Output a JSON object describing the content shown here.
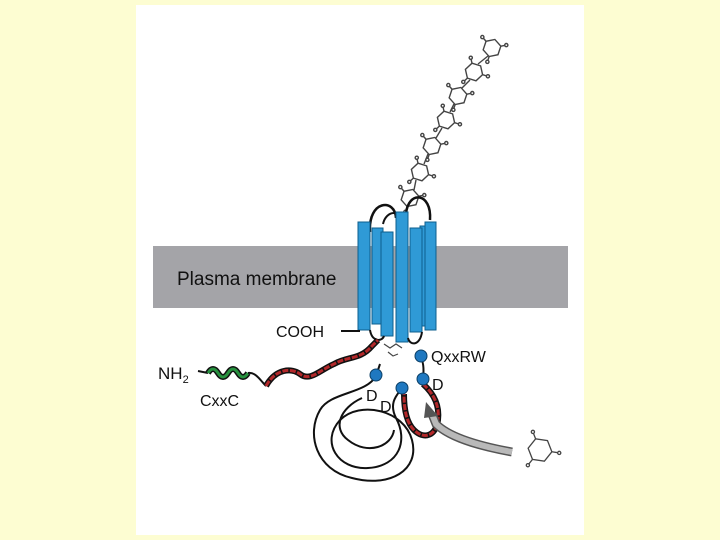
{
  "diagram": {
    "membrane_label": "Plasma membrane",
    "cooh_label": "COOH",
    "nh2_label": "NH",
    "nh2_subscript": "2",
    "cxxc_label": "CxxC",
    "qxxrw_label": "QxxRW",
    "d_label_1": "D",
    "d_label_2": "D",
    "d_label_3": "D"
  },
  "colors": {
    "background": "#fdfdd2",
    "panel": "#ffffff",
    "membrane": "#a4a4a8",
    "helix": "#2f9ad6",
    "helix_stroke": "#0e5f8d",
    "loop_red": "#b3282a",
    "loop_green": "#27913f",
    "node_blue": "#1f78c0",
    "arrow_gray": "#b9b9b9"
  }
}
